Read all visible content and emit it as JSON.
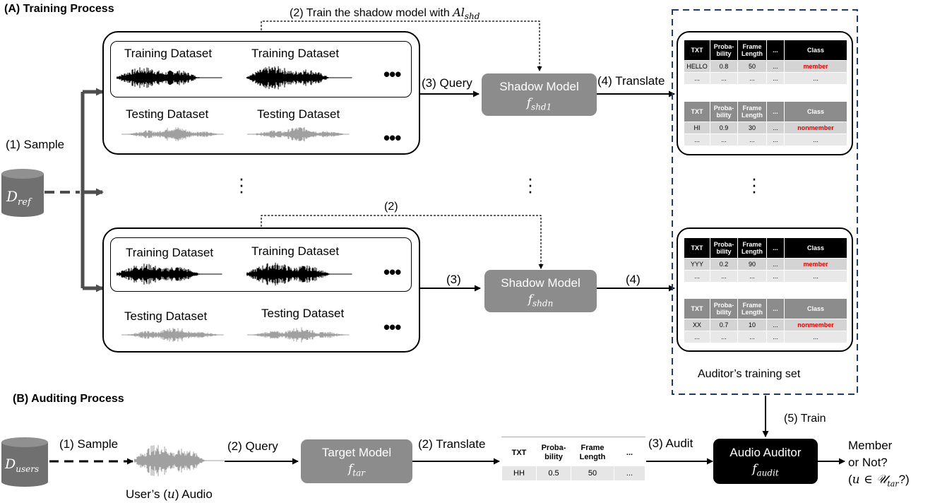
{
  "section_a": "(A) Training Process",
  "section_b": "(B) Auditing Process",
  "sample_label": "(1) Sample",
  "d_ref": "D",
  "d_ref_sub": "ref",
  "d_users": "D",
  "d_users_sub": "users",
  "group1": {
    "train_label": "(2) Train the shadow model with ",
    "train_label_math": "Al",
    "train_label_sub": "shd",
    "train_ds_1": "Training Dataset",
    "train_ds_2": "Training Dataset",
    "test_ds_1": "Testing Dataset",
    "test_ds_2": "Testing Dataset",
    "ellipsis_train": "•••",
    "ellipsis_test": "•••",
    "query_label": "(3) Query",
    "model_title": "Shadow Model",
    "model_math": "f",
    "model_sub": "shd1",
    "translate_label": "(4) Translate"
  },
  "group2": {
    "train_label": "(2)",
    "train_ds_1": "Training Dataset",
    "train_ds_2": "Training Dataset",
    "test_ds_1": "Testing Dataset",
    "test_ds_2": "Testing Dataset",
    "ellipsis_train": "•••",
    "ellipsis_test": "•••",
    "query_label": "(3)",
    "model_title": "Shadow Model",
    "model_math": "f",
    "model_sub": "shdn",
    "translate_label": "(4)"
  },
  "tables": {
    "headers": [
      "TXT",
      "Proba-\nbility",
      "Frame\nLength",
      "...",
      "Class"
    ],
    "t1": {
      "row": [
        "HELLO",
        "0.8",
        "50",
        "...",
        "member"
      ],
      "dots": [
        "...",
        "...",
        "...",
        "...",
        "..."
      ]
    },
    "t2": {
      "row": [
        "HI",
        "0.9",
        "30",
        "...",
        "nonmember"
      ],
      "dots": [
        "...",
        "...",
        "...",
        "...",
        "..."
      ]
    },
    "t3": {
      "row": [
        "YYY",
        "0.2",
        "90",
        "...",
        "member"
      ],
      "dots": [
        "...",
        "...",
        "...",
        "...",
        "..."
      ]
    },
    "t4": {
      "row": [
        "XX",
        "0.7",
        "10",
        "...",
        "nonmember"
      ],
      "dots": [
        "...",
        "...",
        "...",
        "...",
        "..."
      ]
    }
  },
  "auditor_training_set": "Auditor’s training set",
  "train5_label": "(5) Train",
  "auditing": {
    "sample_label": "(1) Sample",
    "user_audio_pre": "User’s (",
    "user_audio_math": "u",
    "user_audio_post": ") Audio",
    "query_label": "(2) Query",
    "target_title": "Target Model",
    "target_math": "f",
    "target_sub": "tar",
    "translate_label": "(2) Translate",
    "table_headers": [
      "TXT",
      "Proba-\nbility",
      "Frame\nLength",
      "..."
    ],
    "table_row": [
      "HH",
      "0.5",
      "50",
      "..."
    ],
    "audit_label": "(3) Audit",
    "auditor_title": "Audio Auditor",
    "auditor_math": "f",
    "auditor_sub": "audit",
    "result_line1": "Member",
    "result_line2": "or Not?",
    "result_line3_pre": "(",
    "result_line3_math": "u ∈ 𝒰",
    "result_line3_sub": "tar",
    "result_line3_post": "?)"
  },
  "colors": {
    "model_grey": "#8c8c8c",
    "dashed_blue": "#1f3a6b",
    "member_red": "#e00000",
    "arrow_grey": "#4d4d4d",
    "waveform_black": "#000000",
    "waveform_grey": "#a0a0a0"
  }
}
